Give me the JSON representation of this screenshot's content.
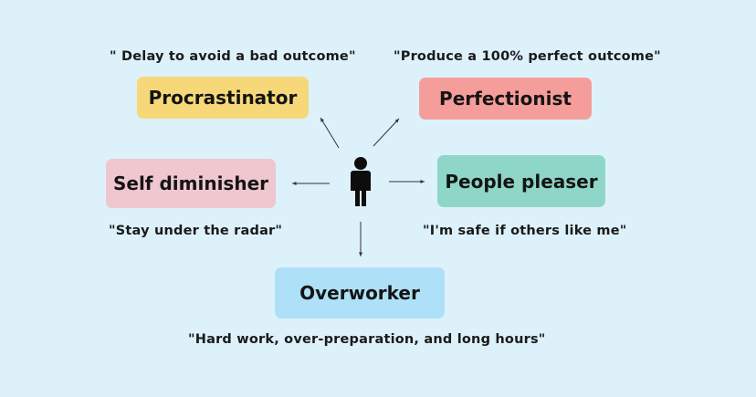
{
  "colors": {
    "background": "#ddf1fb",
    "procrastinator": "#f7d878",
    "perfectionist": "#f59d9b",
    "self_diminisher": "#f0c6cf",
    "people_pleaser": "#8ed6c7",
    "overworker": "#aee1f8"
  },
  "center": {
    "icon": "person-icon"
  },
  "types": {
    "procrastinator": {
      "label": "Procrastinator",
      "quote": "\" Delay to avoid a bad outcome\""
    },
    "perfectionist": {
      "label": "Perfectionist",
      "quote": "\"Produce a 100% perfect outcome\""
    },
    "self_diminisher": {
      "label": "Self diminisher",
      "quote": "\"Stay under the radar\""
    },
    "people_pleaser": {
      "label": "People pleaser",
      "quote": "\"I'm safe if others like me\""
    },
    "overworker": {
      "label": "Overworker",
      "quote": "\"Hard work, over-preparation, and long hours\""
    }
  }
}
